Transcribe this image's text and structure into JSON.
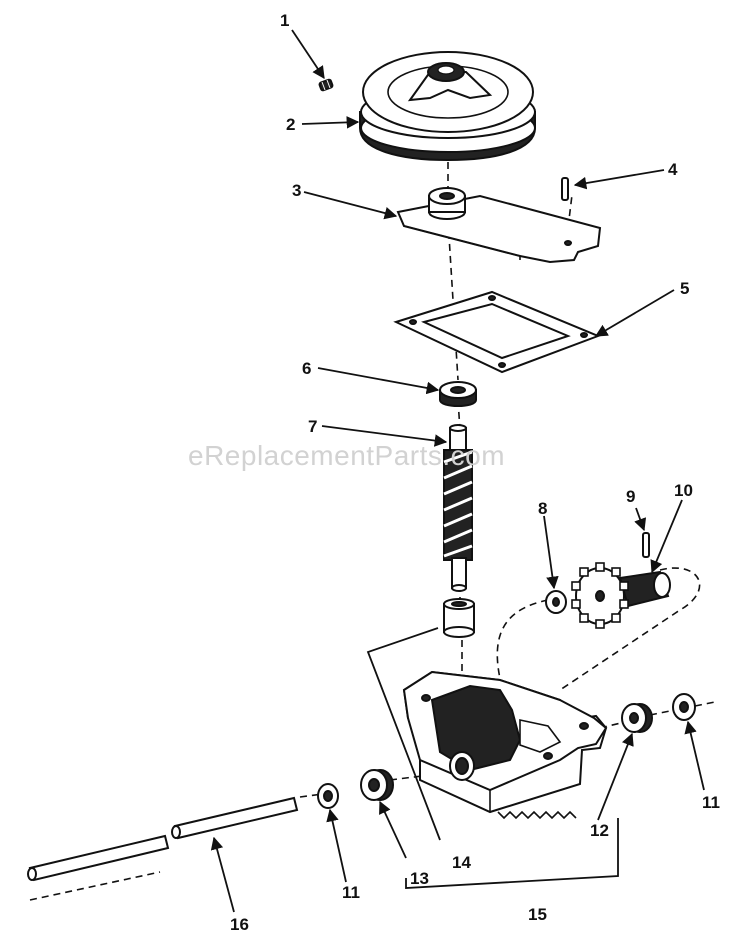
{
  "watermark": "eReplacementParts.com",
  "callouts": {
    "c1": "1",
    "c2": "2",
    "c3": "3",
    "c4": "4",
    "c5": "5",
    "c6": "6",
    "c7": "7",
    "c8": "8",
    "c9": "9",
    "c10": "10",
    "c11a": "11",
    "c11b": "11",
    "c12": "12",
    "c13": "13",
    "c14": "14",
    "c15": "15",
    "c16": "16"
  }
}
